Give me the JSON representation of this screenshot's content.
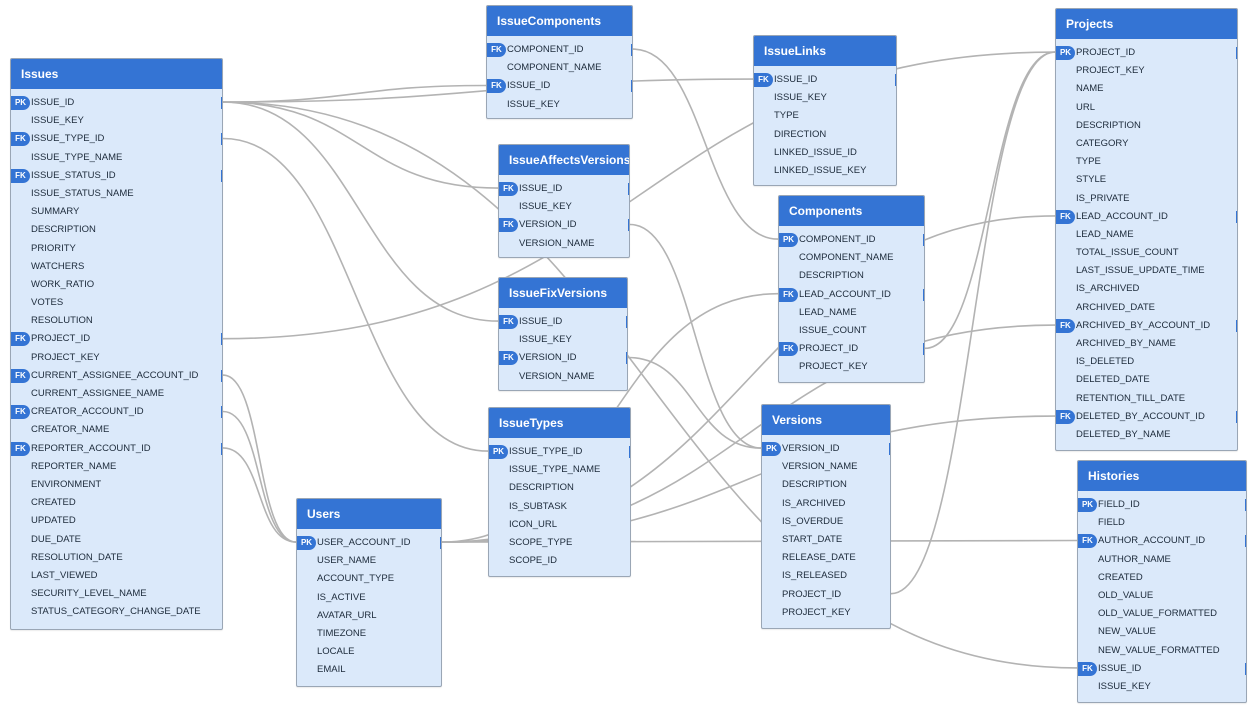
{
  "diagram": {
    "tables": [
      {
        "key": "issues",
        "name": "Issues",
        "columns": [
          {
            "name": "ISSUE_ID",
            "key": "PK"
          },
          {
            "name": "ISSUE_KEY"
          },
          {
            "name": "ISSUE_TYPE_ID",
            "key": "FK"
          },
          {
            "name": "ISSUE_TYPE_NAME"
          },
          {
            "name": "ISSUE_STATUS_ID",
            "key": "FK"
          },
          {
            "name": "ISSUE_STATUS_NAME"
          },
          {
            "name": "SUMMARY"
          },
          {
            "name": "DESCRIPTION"
          },
          {
            "name": "PRIORITY"
          },
          {
            "name": "WATCHERS"
          },
          {
            "name": "WORK_RATIO"
          },
          {
            "name": "VOTES"
          },
          {
            "name": "RESOLUTION"
          },
          {
            "name": "PROJECT_ID",
            "key": "FK"
          },
          {
            "name": "PROJECT_KEY"
          },
          {
            "name": "CURRENT_ASSIGNEE_ACCOUNT_ID",
            "key": "FK"
          },
          {
            "name": "CURRENT_ASSIGNEE_NAME"
          },
          {
            "name": "CREATOR_ACCOUNT_ID",
            "key": "FK"
          },
          {
            "name": "CREATOR_NAME"
          },
          {
            "name": "REPORTER_ACCOUNT_ID",
            "key": "FK"
          },
          {
            "name": "REPORTER_NAME"
          },
          {
            "name": "ENVIRONMENT"
          },
          {
            "name": "CREATED"
          },
          {
            "name": "UPDATED"
          },
          {
            "name": "DUE_DATE"
          },
          {
            "name": "RESOLUTION_DATE"
          },
          {
            "name": "LAST_VIEWED"
          },
          {
            "name": "SECURITY_LEVEL_NAME"
          },
          {
            "name": "STATUS_CATEGORY_CHANGE_DATE"
          }
        ]
      },
      {
        "key": "issuecomponents",
        "name": "IssueComponents",
        "columns": [
          {
            "name": "COMPONENT_ID",
            "key": "FK"
          },
          {
            "name": "COMPONENT_NAME"
          },
          {
            "name": "ISSUE_ID",
            "key": "FK"
          },
          {
            "name": "ISSUE_KEY"
          }
        ]
      },
      {
        "key": "issueaffectsversions",
        "name": "IssueAffectsVersions",
        "columns": [
          {
            "name": "ISSUE_ID",
            "key": "FK"
          },
          {
            "name": "ISSUE_KEY"
          },
          {
            "name": "VERSION_ID",
            "key": "FK"
          },
          {
            "name": "VERSION_NAME"
          }
        ]
      },
      {
        "key": "issuefixversions",
        "name": "IssueFixVersions",
        "columns": [
          {
            "name": "ISSUE_ID",
            "key": "FK"
          },
          {
            "name": "ISSUE_KEY"
          },
          {
            "name": "VERSION_ID",
            "key": "FK"
          },
          {
            "name": "VERSION_NAME"
          }
        ]
      },
      {
        "key": "issuetypes",
        "name": "IssueTypes",
        "columns": [
          {
            "name": "ISSUE_TYPE_ID",
            "key": "PK"
          },
          {
            "name": "ISSUE_TYPE_NAME"
          },
          {
            "name": "DESCRIPTION"
          },
          {
            "name": "IS_SUBTASK"
          },
          {
            "name": "ICON_URL"
          },
          {
            "name": "SCOPE_TYPE"
          },
          {
            "name": "SCOPE_ID"
          }
        ]
      },
      {
        "key": "users",
        "name": "Users",
        "columns": [
          {
            "name": "USER_ACCOUNT_ID",
            "key": "PK"
          },
          {
            "name": "USER_NAME"
          },
          {
            "name": "ACCOUNT_TYPE"
          },
          {
            "name": "IS_ACTIVE"
          },
          {
            "name": "AVATAR_URL"
          },
          {
            "name": "TIMEZONE"
          },
          {
            "name": "LOCALE"
          },
          {
            "name": "EMAIL"
          }
        ]
      },
      {
        "key": "issuelinks",
        "name": "IssueLinks",
        "columns": [
          {
            "name": "ISSUE_ID",
            "key": "FK"
          },
          {
            "name": "ISSUE_KEY"
          },
          {
            "name": "TYPE"
          },
          {
            "name": "DIRECTION"
          },
          {
            "name": "LINKED_ISSUE_ID"
          },
          {
            "name": "LINKED_ISSUE_KEY"
          }
        ]
      },
      {
        "key": "components",
        "name": "Components",
        "columns": [
          {
            "name": "COMPONENT_ID",
            "key": "PK"
          },
          {
            "name": "COMPONENT_NAME"
          },
          {
            "name": "DESCRIPTION"
          },
          {
            "name": "LEAD_ACCOUNT_ID",
            "key": "FK"
          },
          {
            "name": "LEAD_NAME"
          },
          {
            "name": "ISSUE_COUNT"
          },
          {
            "name": "PROJECT_ID",
            "key": "FK"
          },
          {
            "name": "PROJECT_KEY"
          }
        ]
      },
      {
        "key": "versions",
        "name": "Versions",
        "columns": [
          {
            "name": "VERSION_ID",
            "key": "PK"
          },
          {
            "name": "VERSION_NAME"
          },
          {
            "name": "DESCRIPTION"
          },
          {
            "name": "IS_ARCHIVED"
          },
          {
            "name": "IS_OVERDUE"
          },
          {
            "name": "START_DATE"
          },
          {
            "name": "RELEASE_DATE"
          },
          {
            "name": "IS_RELEASED"
          },
          {
            "name": "PROJECT_ID"
          },
          {
            "name": "PROJECT_KEY"
          }
        ]
      },
      {
        "key": "projects",
        "name": "Projects",
        "columns": [
          {
            "name": "PROJECT_ID",
            "key": "PK"
          },
          {
            "name": "PROJECT_KEY"
          },
          {
            "name": "NAME"
          },
          {
            "name": "URL"
          },
          {
            "name": "DESCRIPTION"
          },
          {
            "name": "CATEGORY"
          },
          {
            "name": "TYPE"
          },
          {
            "name": "STYLE"
          },
          {
            "name": "IS_PRIVATE"
          },
          {
            "name": "LEAD_ACCOUNT_ID",
            "key": "FK"
          },
          {
            "name": "LEAD_NAME"
          },
          {
            "name": "TOTAL_ISSUE_COUNT"
          },
          {
            "name": "LAST_ISSUE_UPDATE_TIME"
          },
          {
            "name": "IS_ARCHIVED"
          },
          {
            "name": "ARCHIVED_DATE"
          },
          {
            "name": "ARCHIVED_BY_ACCOUNT_ID",
            "key": "FK"
          },
          {
            "name": "ARCHIVED_BY_NAME"
          },
          {
            "name": "IS_DELETED"
          },
          {
            "name": "DELETED_DATE"
          },
          {
            "name": "RETENTION_TILL_DATE"
          },
          {
            "name": "DELETED_BY_ACCOUNT_ID",
            "key": "FK"
          },
          {
            "name": "DELETED_BY_NAME"
          }
        ]
      },
      {
        "key": "histories",
        "name": "Histories",
        "columns": [
          {
            "name": "FIELD_ID",
            "key": "PK"
          },
          {
            "name": "FIELD"
          },
          {
            "name": "AUTHOR_ACCOUNT_ID",
            "key": "FK"
          },
          {
            "name": "AUTHOR_NAME"
          },
          {
            "name": "CREATED"
          },
          {
            "name": "OLD_VALUE"
          },
          {
            "name": "OLD_VALUE_FORMATTED"
          },
          {
            "name": "NEW_VALUE"
          },
          {
            "name": "NEW_VALUE_FORMATTED"
          },
          {
            "name": "ISSUE_ID",
            "key": "FK"
          },
          {
            "name": "ISSUE_KEY"
          }
        ]
      }
    ],
    "relationships": [
      {
        "from": "issues.ISSUE_ID",
        "to": "issuecomponents.ISSUE_ID"
      },
      {
        "from": "issues.ISSUE_ID",
        "to": "issueaffectsversions.ISSUE_ID"
      },
      {
        "from": "issues.ISSUE_ID",
        "to": "issuefixversions.ISSUE_ID"
      },
      {
        "from": "issues.ISSUE_ID",
        "to": "issuelinks.ISSUE_ID"
      },
      {
        "from": "issues.ISSUE_ID",
        "to": "histories.ISSUE_ID"
      },
      {
        "from": "issues.ISSUE_TYPE_ID",
        "to": "issuetypes.ISSUE_TYPE_ID"
      },
      {
        "from": "issues.PROJECT_ID",
        "to": "projects.PROJECT_ID"
      },
      {
        "from": "issues.CURRENT_ASSIGNEE_ACCOUNT_ID",
        "to": "users.USER_ACCOUNT_ID"
      },
      {
        "from": "issues.CREATOR_ACCOUNT_ID",
        "to": "users.USER_ACCOUNT_ID"
      },
      {
        "from": "issues.REPORTER_ACCOUNT_ID",
        "to": "users.USER_ACCOUNT_ID"
      },
      {
        "from": "issuecomponents.COMPONENT_ID",
        "to": "components.COMPONENT_ID"
      },
      {
        "from": "issueaffectsversions.VERSION_ID",
        "to": "versions.VERSION_ID"
      },
      {
        "from": "issuefixversions.VERSION_ID",
        "to": "versions.VERSION_ID"
      },
      {
        "from": "components.PROJECT_ID",
        "to": "projects.PROJECT_ID"
      },
      {
        "from": "components.LEAD_ACCOUNT_ID",
        "to": "users.USER_ACCOUNT_ID"
      },
      {
        "from": "versions.PROJECT_ID",
        "to": "projects.PROJECT_ID"
      },
      {
        "from": "projects.LEAD_ACCOUNT_ID",
        "to": "users.USER_ACCOUNT_ID"
      },
      {
        "from": "projects.ARCHIVED_BY_ACCOUNT_ID",
        "to": "users.USER_ACCOUNT_ID"
      },
      {
        "from": "projects.DELETED_BY_ACCOUNT_ID",
        "to": "users.USER_ACCOUNT_ID"
      },
      {
        "from": "histories.AUTHOR_ACCOUNT_ID",
        "to": "users.USER_ACCOUNT_ID"
      }
    ],
    "colors": {
      "header": "#3474d4",
      "body": "#dbe9fa",
      "line": "#b3b3b3"
    }
  }
}
